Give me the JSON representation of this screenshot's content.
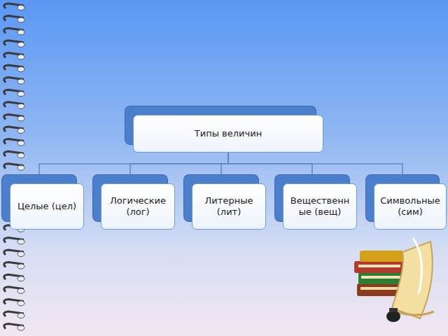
{
  "diagram": {
    "nodes": [
      {
        "text": [
          "Типы величин"
        ]
      },
      {
        "text": [
          "Целые (цел)"
        ]
      },
      {
        "text": [
          "Логические (лог)"
        ]
      },
      {
        "text": [
          "Литерные (лит)"
        ]
      },
      {
        "text": [
          "Вещественные (вещ)"
        ]
      },
      {
        "text": [
          "Символьные (сим)"
        ]
      }
    ],
    "edges": [
      {
        "from": 0,
        "to": 1,
        "arrow": "none"
      },
      {
        "from": 0,
        "to": 2,
        "arrow": "none"
      },
      {
        "from": 0,
        "to": 3,
        "arrow": "none"
      },
      {
        "from": 0,
        "to": 4,
        "arrow": "none"
      },
      {
        "from": 0,
        "to": 5,
        "arrow": "none"
      }
    ]
  }
}
